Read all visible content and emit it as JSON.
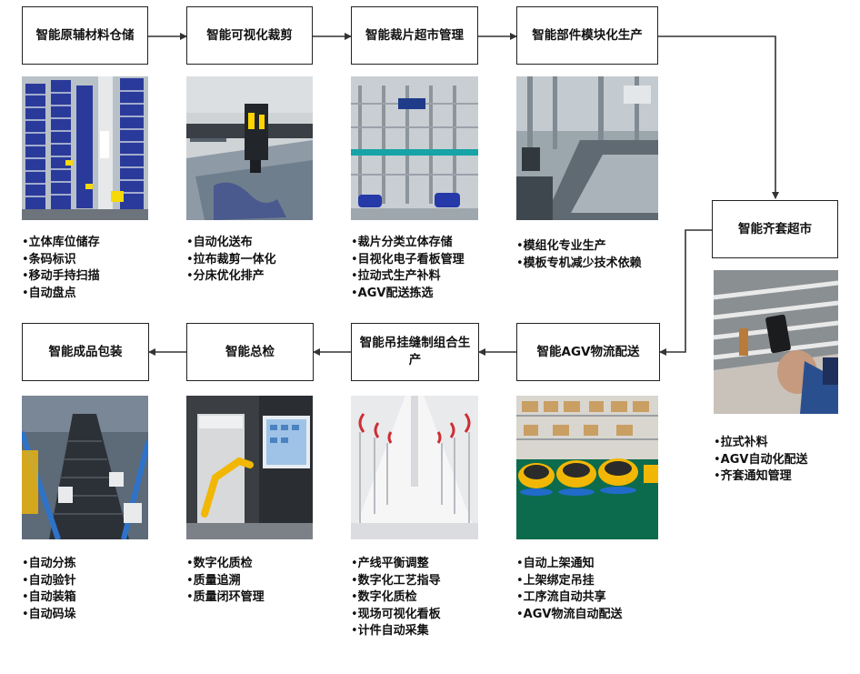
{
  "bullet_marker": "•",
  "stages": [
    {
      "id": "s1",
      "label": "智能原辅材料仓储",
      "photo": "warehouse-rack-photo",
      "items": [
        "立体库位储存",
        "条码标识",
        "移动手持扫描",
        "自动盘点"
      ]
    },
    {
      "id": "s2",
      "label": "智能可视化裁剪",
      "photo": "cutting-machine-photo",
      "items": [
        "自动化送布",
        "拉布裁剪一体化",
        "分床优化排产"
      ]
    },
    {
      "id": "s3",
      "label": "智能裁片超市管理",
      "photo": "supermarket-shelf-photo",
      "items": [
        "裁片分类立体存储",
        "目视化电子看板管理",
        "拉动式生产补料",
        "AGV配送拣选"
      ]
    },
    {
      "id": "s4",
      "label": "智能部件模块化生产",
      "photo": "modular-sewing-photo",
      "items": [
        "模组化专业生产",
        "模板专机减少技术依赖"
      ]
    },
    {
      "id": "s5",
      "label": "智能齐套超市",
      "photo": "kitting-scan-photo",
      "items": [
        "拉式补料",
        "AGV自动化配送",
        "齐套通知管理"
      ]
    },
    {
      "id": "s6",
      "label": "智能AGV物流配送",
      "photo": "agv-robot-photo",
      "items": [
        "自动上架通知",
        "上架绑定吊挂",
        "工序流自动共享",
        "AGV物流自动配送"
      ]
    },
    {
      "id": "s7",
      "label": "智能吊挂缝制组合生产",
      "photo": "hanging-line-photo",
      "items": [
        "产线平衡调整",
        "数字化工艺指导",
        "数字化质检",
        "现场可视化看板",
        "计件自动采集"
      ]
    },
    {
      "id": "s8",
      "label": "智能总检",
      "photo": "inspection-robot-photo",
      "items": [
        "数字化质检",
        "质量追溯",
        "质量闭环管理"
      ]
    },
    {
      "id": "s9",
      "label": "智能成品包装",
      "photo": "packing-conveyor-photo",
      "items": [
        "自动分拣",
        "自动验针",
        "自动装箱",
        "自动码垛"
      ]
    }
  ],
  "colors": {
    "border": "#222222",
    "arrow": "#333333",
    "text": "#111111"
  }
}
